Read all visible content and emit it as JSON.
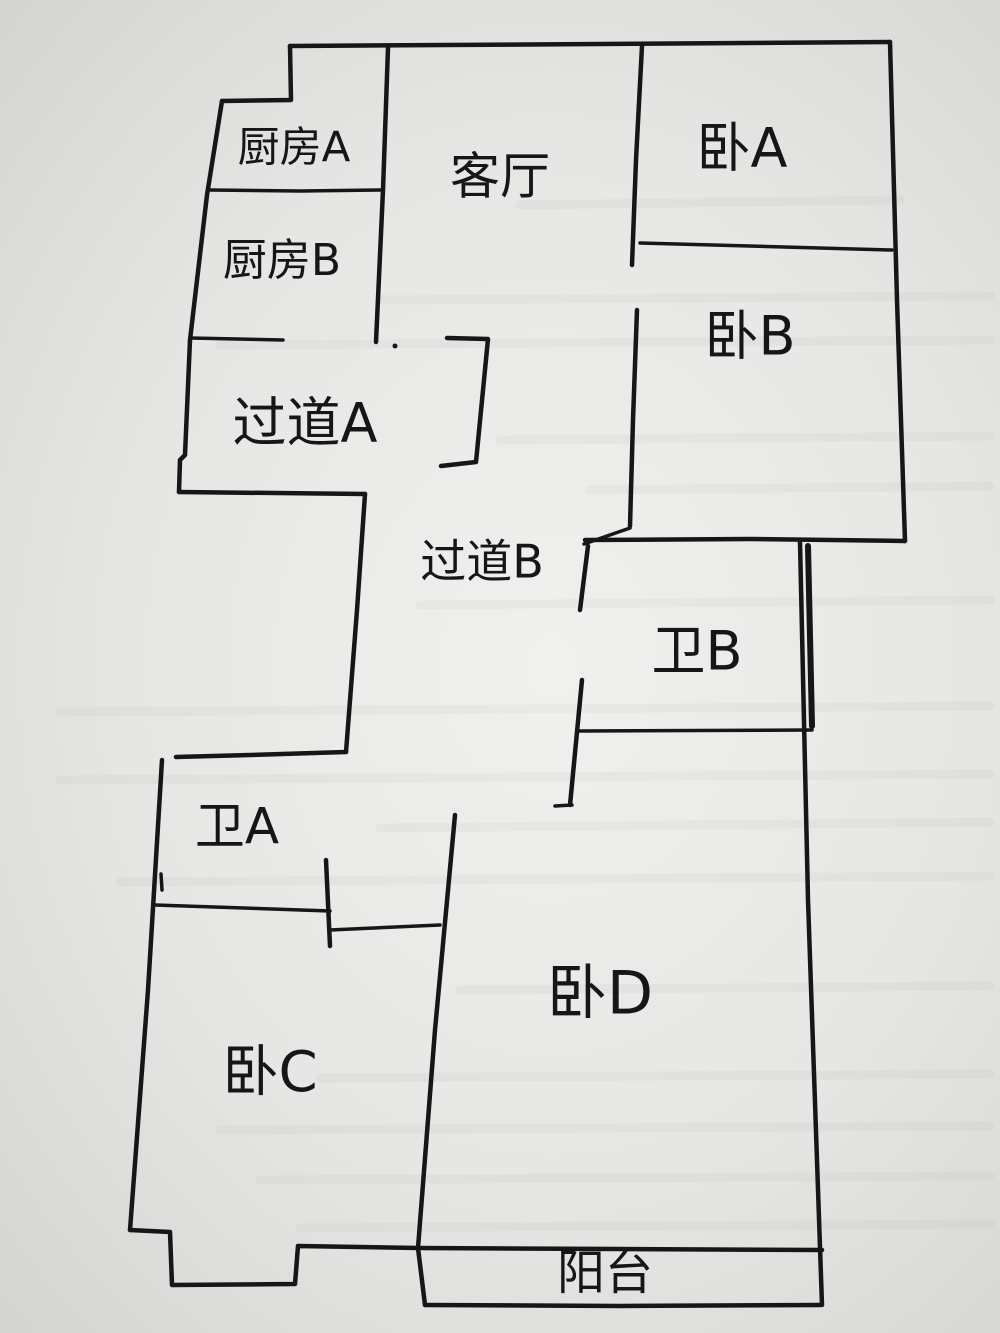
{
  "paper": {
    "paper_color": "#e9e9e7",
    "ink_color": "#161616"
  },
  "rooms": {
    "kitchen_a": "厨房A",
    "kitchen_b": "厨房B",
    "living_room": "客厅",
    "bedroom_a": "卧A",
    "bedroom_b": "卧B",
    "passage_a": "过道A",
    "passage_b": "过道B",
    "bathroom_b": "卫B",
    "bathroom_a": "卫A",
    "bedroom_d": "卧D",
    "bedroom_c": "卧C",
    "balcony": "阳台"
  }
}
